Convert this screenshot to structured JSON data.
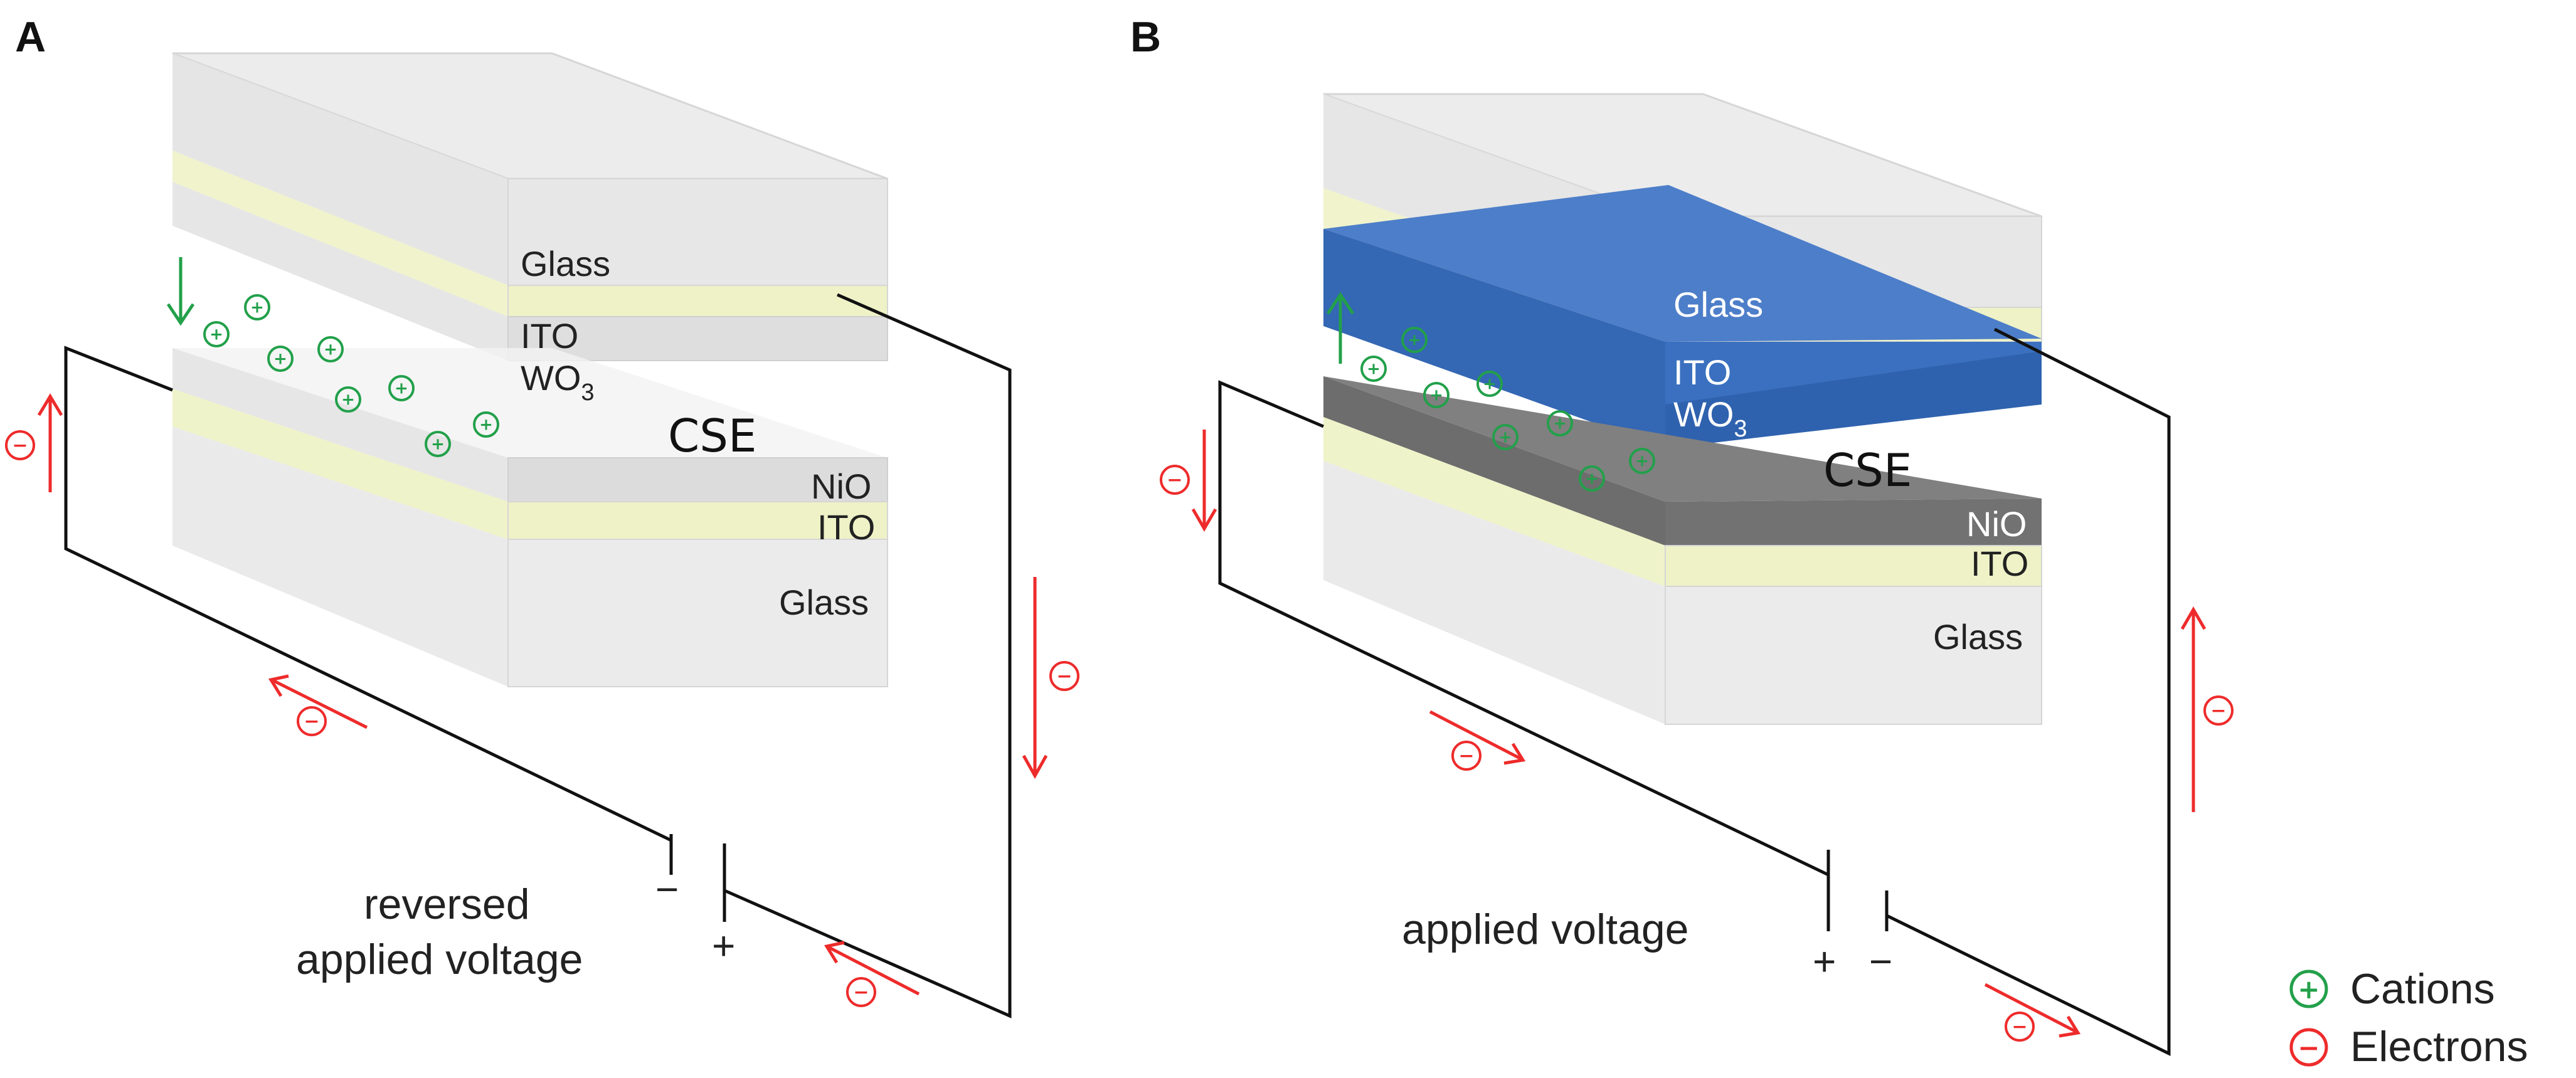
{
  "panels": {
    "a": {
      "tag": "A",
      "layers": {
        "glass_top": "Glass",
        "ito_top": "ITO",
        "wo3_base": "WO",
        "wo3_sub": "3",
        "cse": "CSE",
        "nio": "NiO",
        "ito_bottom": "ITO",
        "glass_bottom": "Glass"
      },
      "voltage_line1": "reversed",
      "voltage_line2": "applied voltage",
      "minus_sign": "−",
      "plus_sign": "+",
      "state": "bleached"
    },
    "b": {
      "tag": "B",
      "layers": {
        "glass_top": "Glass",
        "ito_top": "ITO",
        "wo3_base": "WO",
        "wo3_sub": "3",
        "cse": "CSE",
        "nio": "NiO",
        "ito_bottom": "ITO",
        "glass_bottom": "Glass"
      },
      "voltage_line1": "applied voltage",
      "plus_sign": "+",
      "minus_sign": "−",
      "state": "colored"
    }
  },
  "legend": {
    "cations": "Cations",
    "electrons": "Electrons"
  },
  "colors": {
    "cation": "#22a04a",
    "electron": "#ee2b2b",
    "wo3_colored": "#2f67b8",
    "nio_colored": "#6b6b6b",
    "ito_tint": "#eef2c6",
    "glass": "#e6e6e6"
  },
  "symbols": {
    "cation": "+",
    "electron": "−"
  }
}
